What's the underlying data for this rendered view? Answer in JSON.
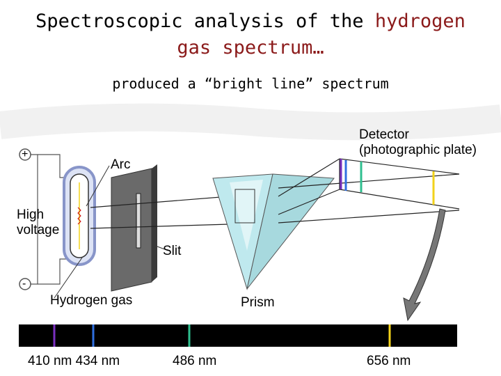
{
  "title": {
    "line1_prefix": "Spectroscopic analysis of the ",
    "line1_highlight": "hydrogen",
    "line2": "gas spectrum…"
  },
  "subtitle": "produced a “bright line” spectrum",
  "diagram": {
    "labels": {
      "detector": "Detector",
      "detector_sub": "(photographic plate)",
      "arc": "Arc",
      "high_voltage_1": "High",
      "high_voltage_2": "voltage",
      "slit": "Slit",
      "hydrogen_gas": "Hydrogen gas",
      "prism": "Prism",
      "plus": "+",
      "minus": "-"
    },
    "spectrum": {
      "lines": [
        {
          "label": "410 nm",
          "color": "#7a2fc0"
        },
        {
          "label": "434 nm",
          "color": "#2f6fe0"
        },
        {
          "label": "486 nm",
          "color": "#2fbf8f"
        },
        {
          "label": "656 nm",
          "color": "#f2d21a"
        }
      ],
      "tick_label_left": "410 nm 434 nm"
    }
  }
}
